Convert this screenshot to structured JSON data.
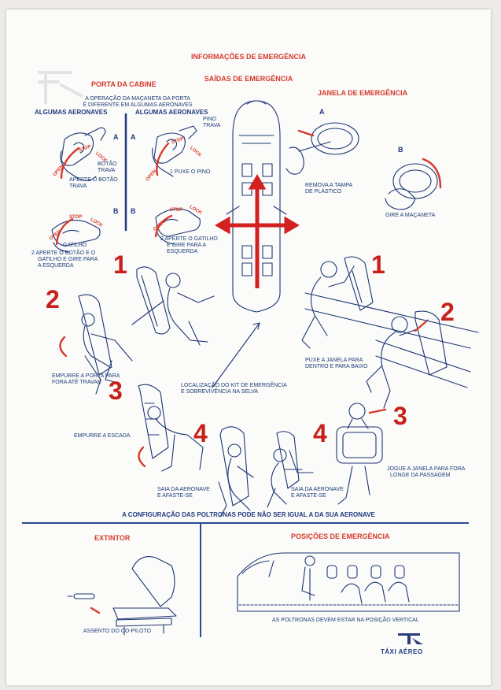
{
  "title": "INFORMAÇÕES DE EMERGÊNCIA",
  "exits_title": "SAÍDAS DE EMERGÊNCIA",
  "cabin_door": {
    "title": "PORTA DA CABINE",
    "note": [
      "A OPERAÇÃO DA MAÇANETA DA PORTA",
      "É DIFERENTE EM ALGUMAS AERONAVES"
    ],
    "col_left": "ALGUMAS AERONAVES",
    "col_right": "ALGUMAS AERONAVES",
    "label_a": "A",
    "label_b": "B",
    "botao_trava": [
      "BOTÃO",
      "TRAVA"
    ],
    "aperte_botao": [
      "APERTE O BOTÃO",
      "TRAVA"
    ],
    "pino_trava": [
      "PINO",
      "TRAVA"
    ],
    "puxe_pino": "1  PUXE O PINO",
    "gatilho": "GATILHO",
    "aperte_gatilho_left": [
      "2  APERTE O BOTÃO E O",
      "GATILHO E GIRE PARA",
      "A ESQUERDA"
    ],
    "aperte_gatilho_right": [
      "2 APERTE O GATILHO",
      "E GIRE PARA A",
      "ESQUERDA"
    ],
    "open": "OPEN",
    "stop": "STOP",
    "lock": "LOCK"
  },
  "window": {
    "title": "JANELA DE EMERGÊNCIA",
    "label_a": "A",
    "label_b": "B",
    "remova": [
      "REMOVA A TAMPA",
      "DE PLÁSTICO"
    ],
    "gire": "GIRE A MAÇANETA",
    "puxe": [
      "PUXE A JANELA PARA",
      "DENTRO E PARA BAIXO"
    ],
    "jogue": [
      "JOGUE A JANELA PARA FORA",
      "LONGE DA PASSAGEM"
    ],
    "saia": [
      "SAIA DA AERONAVE",
      "E AFASTE-SE"
    ]
  },
  "door_steps": {
    "empurre_porta": [
      "EMPURRE A PORTA PARA",
      "FORA ATÉ TRAVAR"
    ],
    "empurre_escada": "EMPURRE A ESCADA",
    "saia": [
      "SAIA DA AERONAVE",
      "E AFASTE-SE"
    ]
  },
  "steps": [
    "1",
    "2",
    "3",
    "4"
  ],
  "kit": [
    "LOCALIZAÇÃO DO KIT DE EMERGÊNCIA",
    "E SOBREVIVÊNCIA NA SELVA"
  ],
  "config_note": "A CONFIGURAÇÃO DAS POLTRONAS PODE NÃO SER IGUAL A DA SUA AERONAVE",
  "extinguisher": {
    "title": "EXTINTOR",
    "caption": "ASSENTO DO CO-PILOTO"
  },
  "positions": {
    "title": "POSIÇÕES DE EMERGÊNCIA",
    "caption": "AS POLTRONAS DEVEM ESTAR NA POSIÇÃO VERTICAL"
  },
  "brand": "TÁXI AÉREO",
  "colors": {
    "red": "#d63a2c",
    "blue": "#203a80",
    "step_red": "#c8201b"
  }
}
